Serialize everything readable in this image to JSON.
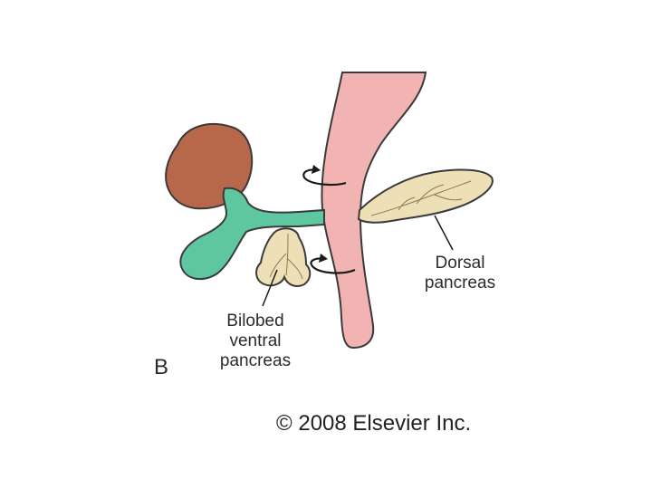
{
  "labels": {
    "dorsal": [
      "Dorsal",
      "pancreas"
    ],
    "ventral": [
      "Bilobed",
      "ventral",
      "pancreas"
    ],
    "panel": "B"
  },
  "copyright": "© 2008 Elsevier Inc.",
  "colors": {
    "stomach": "#f2b3b3",
    "liver": "#b8684a",
    "gallbladder_duct": "#5fc7a0",
    "pancreas": "#ede0b6",
    "outline": "#3a3a3a"
  }
}
